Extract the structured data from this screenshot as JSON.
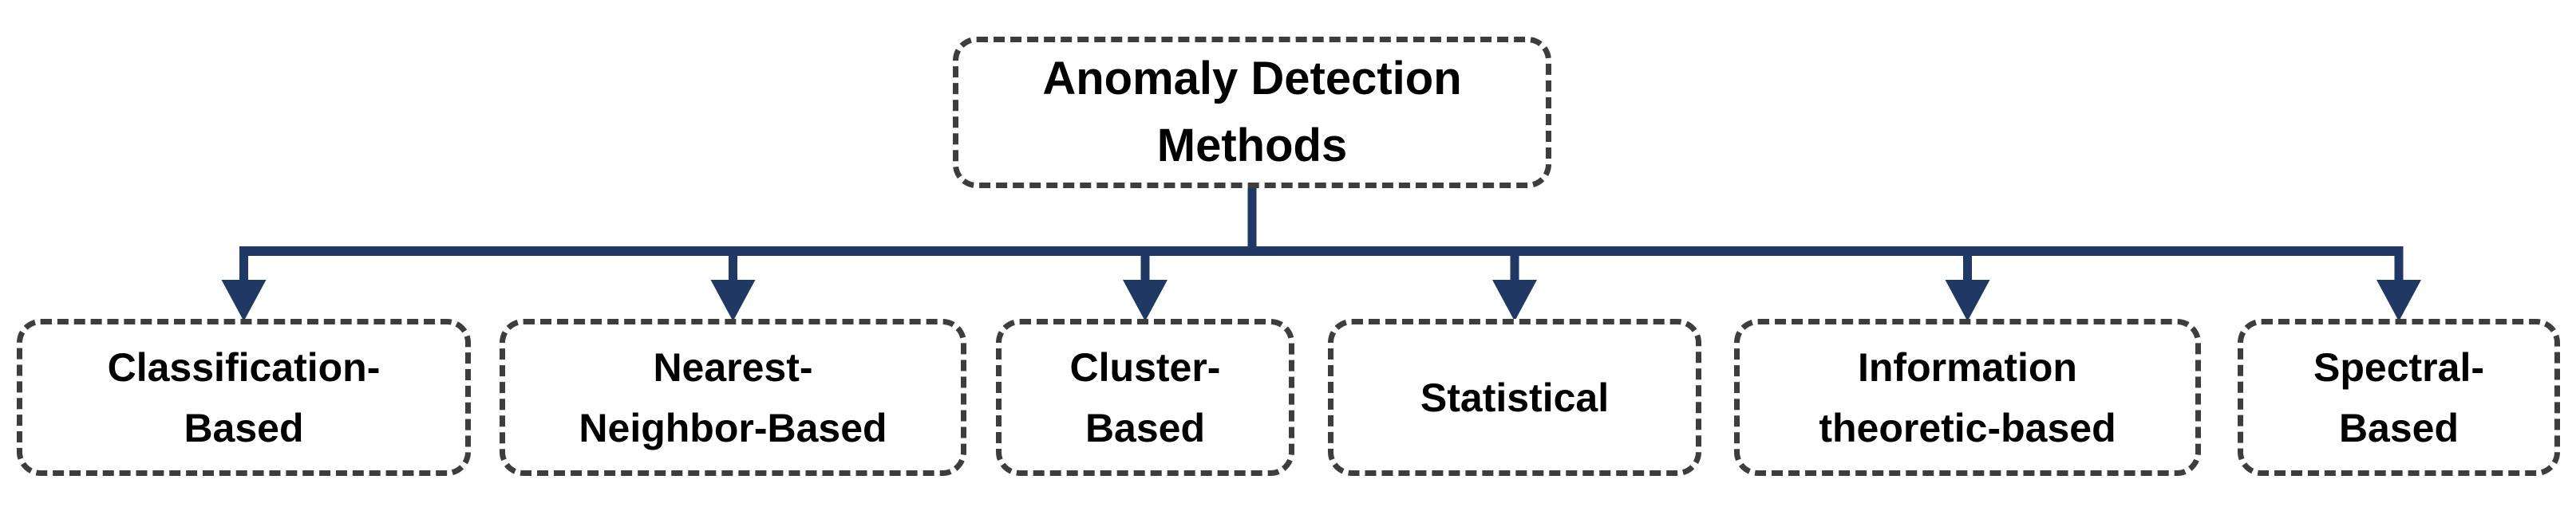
{
  "diagram": {
    "title": "Anomaly Detection Methods taxonomy",
    "root": {
      "label": "Anomaly Detection Methods",
      "lines": [
        "Anomaly Detection",
        "Methods"
      ]
    },
    "children": [
      {
        "label": "Classification-Based",
        "lines": [
          "Classification-",
          "Based"
        ]
      },
      {
        "label": "Nearest-Neighbor-Based",
        "lines": [
          "Nearest-",
          "Neighbor-Based"
        ]
      },
      {
        "label": "Cluster-Based",
        "lines": [
          "Cluster-",
          "Based"
        ]
      },
      {
        "label": "Statistical",
        "lines": [
          "Statistical"
        ]
      },
      {
        "label": "Information theoretic-based",
        "lines": [
          "Information",
          "theoretic-based"
        ]
      },
      {
        "label": "Spectral-Based",
        "lines": [
          "Spectral-",
          "Based"
        ]
      }
    ],
    "colors": {
      "connector": "#1f3864",
      "border": "#3d3d3d",
      "text": "#000000",
      "background": "#ffffff"
    }
  }
}
